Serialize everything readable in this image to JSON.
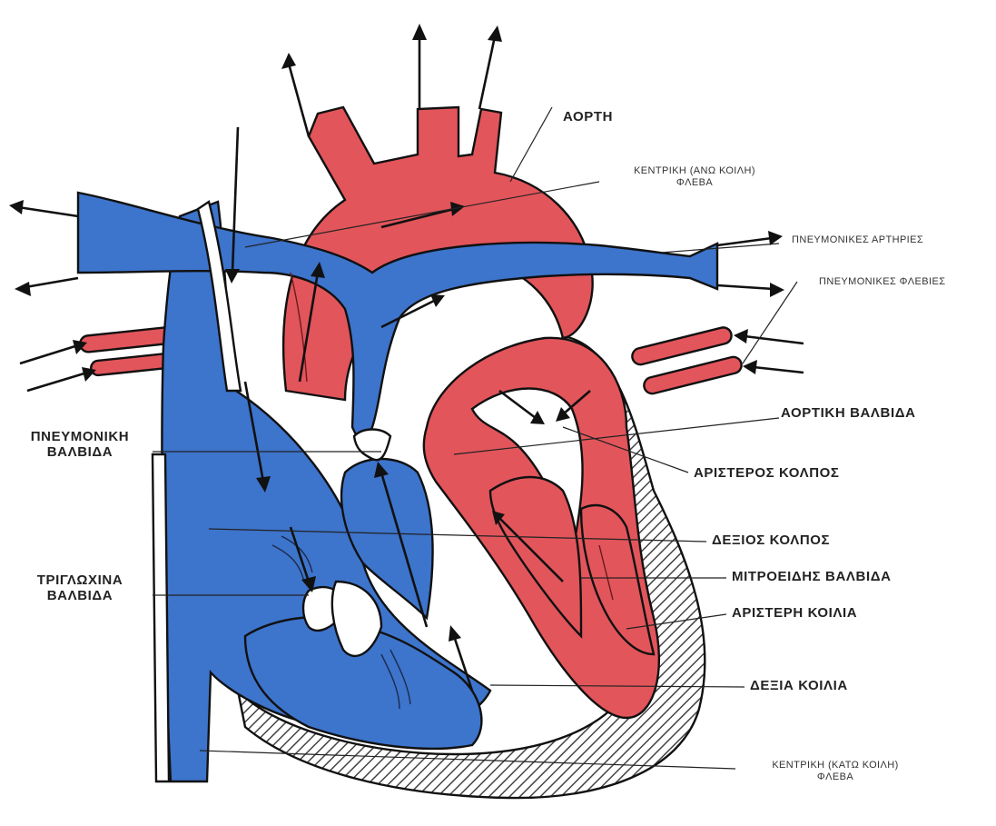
{
  "colors": {
    "deoxygenated": "#3d74cc",
    "oxygenated": "#e2555b",
    "pericardium_hatch": "#555555",
    "outline": "#111111"
  },
  "labels": {
    "aorta": "ΑΟΡΤΗ",
    "superior_vena_cava_line1": "ΚΕΝΤΡΙΚΗ (ΑΝΩ ΚΟΙΛΗ)",
    "superior_vena_cava_line2": "ΦΛΕΒΑ",
    "pulmonary_arteries": "ΠΝΕΥΜΟΝΙΚΕΣ ΑΡΤΗΡΙΕΣ",
    "pulmonary_veins": "ΠΝΕΥΜΟΝΙΚΕΣ ΦΛΕΒΙΕΣ",
    "aortic_valve": "ΑΟΡΤΙΚΗ ΒΑΛΒΙΔΑ",
    "left_atrium": "ΑΡΙΣΤΕΡΟΣ ΚΟΛΠΟΣ",
    "right_atrium": "ΔΕΞΙΟΣ ΚΟΛΠΟΣ",
    "mitral_valve": "ΜΙΤΡΟΕΙΔΗΣ ΒΑΛΒΙΔΑ",
    "left_ventricle": "ΑΡΙΣΤΕΡΗ ΚΟΙΛΙΑ",
    "right_ventricle": "ΔΕΞΙΑ ΚΟΙΛΙΑ",
    "inferior_vena_cava_line1": "ΚΕΝΤΡΙΚΗ (ΚΑΤΩ ΚΟΙΛΗ)",
    "inferior_vena_cava_line2": "ΦΛΕΒΑ",
    "pulmonary_valve_line1": "ΠΝΕΥΜΟΝΙΚΗ",
    "pulmonary_valve_line2": "ΒΑΛΒΙΔΑ",
    "tricuspid_valve_line1": "ΤΡΙΓΛΩΧΙΝΑ",
    "tricuspid_valve_line2": "ΒΑΛΒΙΔΑ"
  }
}
